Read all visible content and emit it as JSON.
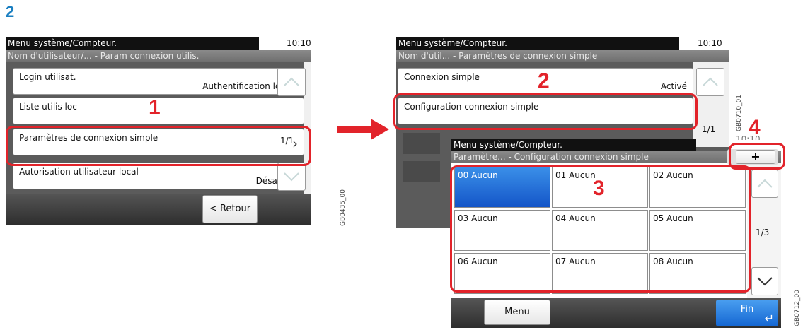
{
  "step": "2",
  "screen1": {
    "title": "Menu système/Compteur.",
    "time": "10:10",
    "subtitle": "Nom d'utilisateur/... - Param connexion utilis.",
    "rows": [
      {
        "label": "Login utilisat.",
        "value": "Authentification locale"
      },
      {
        "label": "Liste utilis loc",
        "value": ""
      },
      {
        "label": "Paramètres de connexion simple",
        "value": ""
      },
      {
        "label": "Autorisation utilisateur local",
        "value": "Désactivé"
      }
    ],
    "page": "1/1",
    "back_button": "< Retour",
    "code": "GB0435_00",
    "callout": "1"
  },
  "screen2": {
    "title": "Menu système/Compteur.",
    "time": "10:10",
    "subtitle": "Nom d'util... - Paramètres de connexion simple",
    "rows": [
      {
        "label": "Connexion simple",
        "value": "Activé"
      },
      {
        "label": "Configuration connexion simple",
        "value": ""
      }
    ],
    "page": "1/1",
    "code": "GB0710_01",
    "callout": "2"
  },
  "screen3": {
    "title": "Menu système/Compteur.",
    "time": "10:10",
    "subtitle": "Paramètre... - Configuration connexion simple",
    "cells": [
      "00 Aucun",
      "01 Aucun",
      "02 Aucun",
      "03 Aucun",
      "04 Aucun",
      "05 Aucun",
      "06 Aucun",
      "07 Aucun",
      "08 Aucun"
    ],
    "page": "1/3",
    "menu_button": "Menu",
    "fin_button": "Fin",
    "add_button": "+",
    "code": "GB0712_00",
    "callout_grid": "3",
    "callout_add": "4"
  },
  "colors": {
    "accent_red": "#e2232a",
    "step_blue": "#1a7fc1",
    "selected_blue": "#1455c8"
  }
}
